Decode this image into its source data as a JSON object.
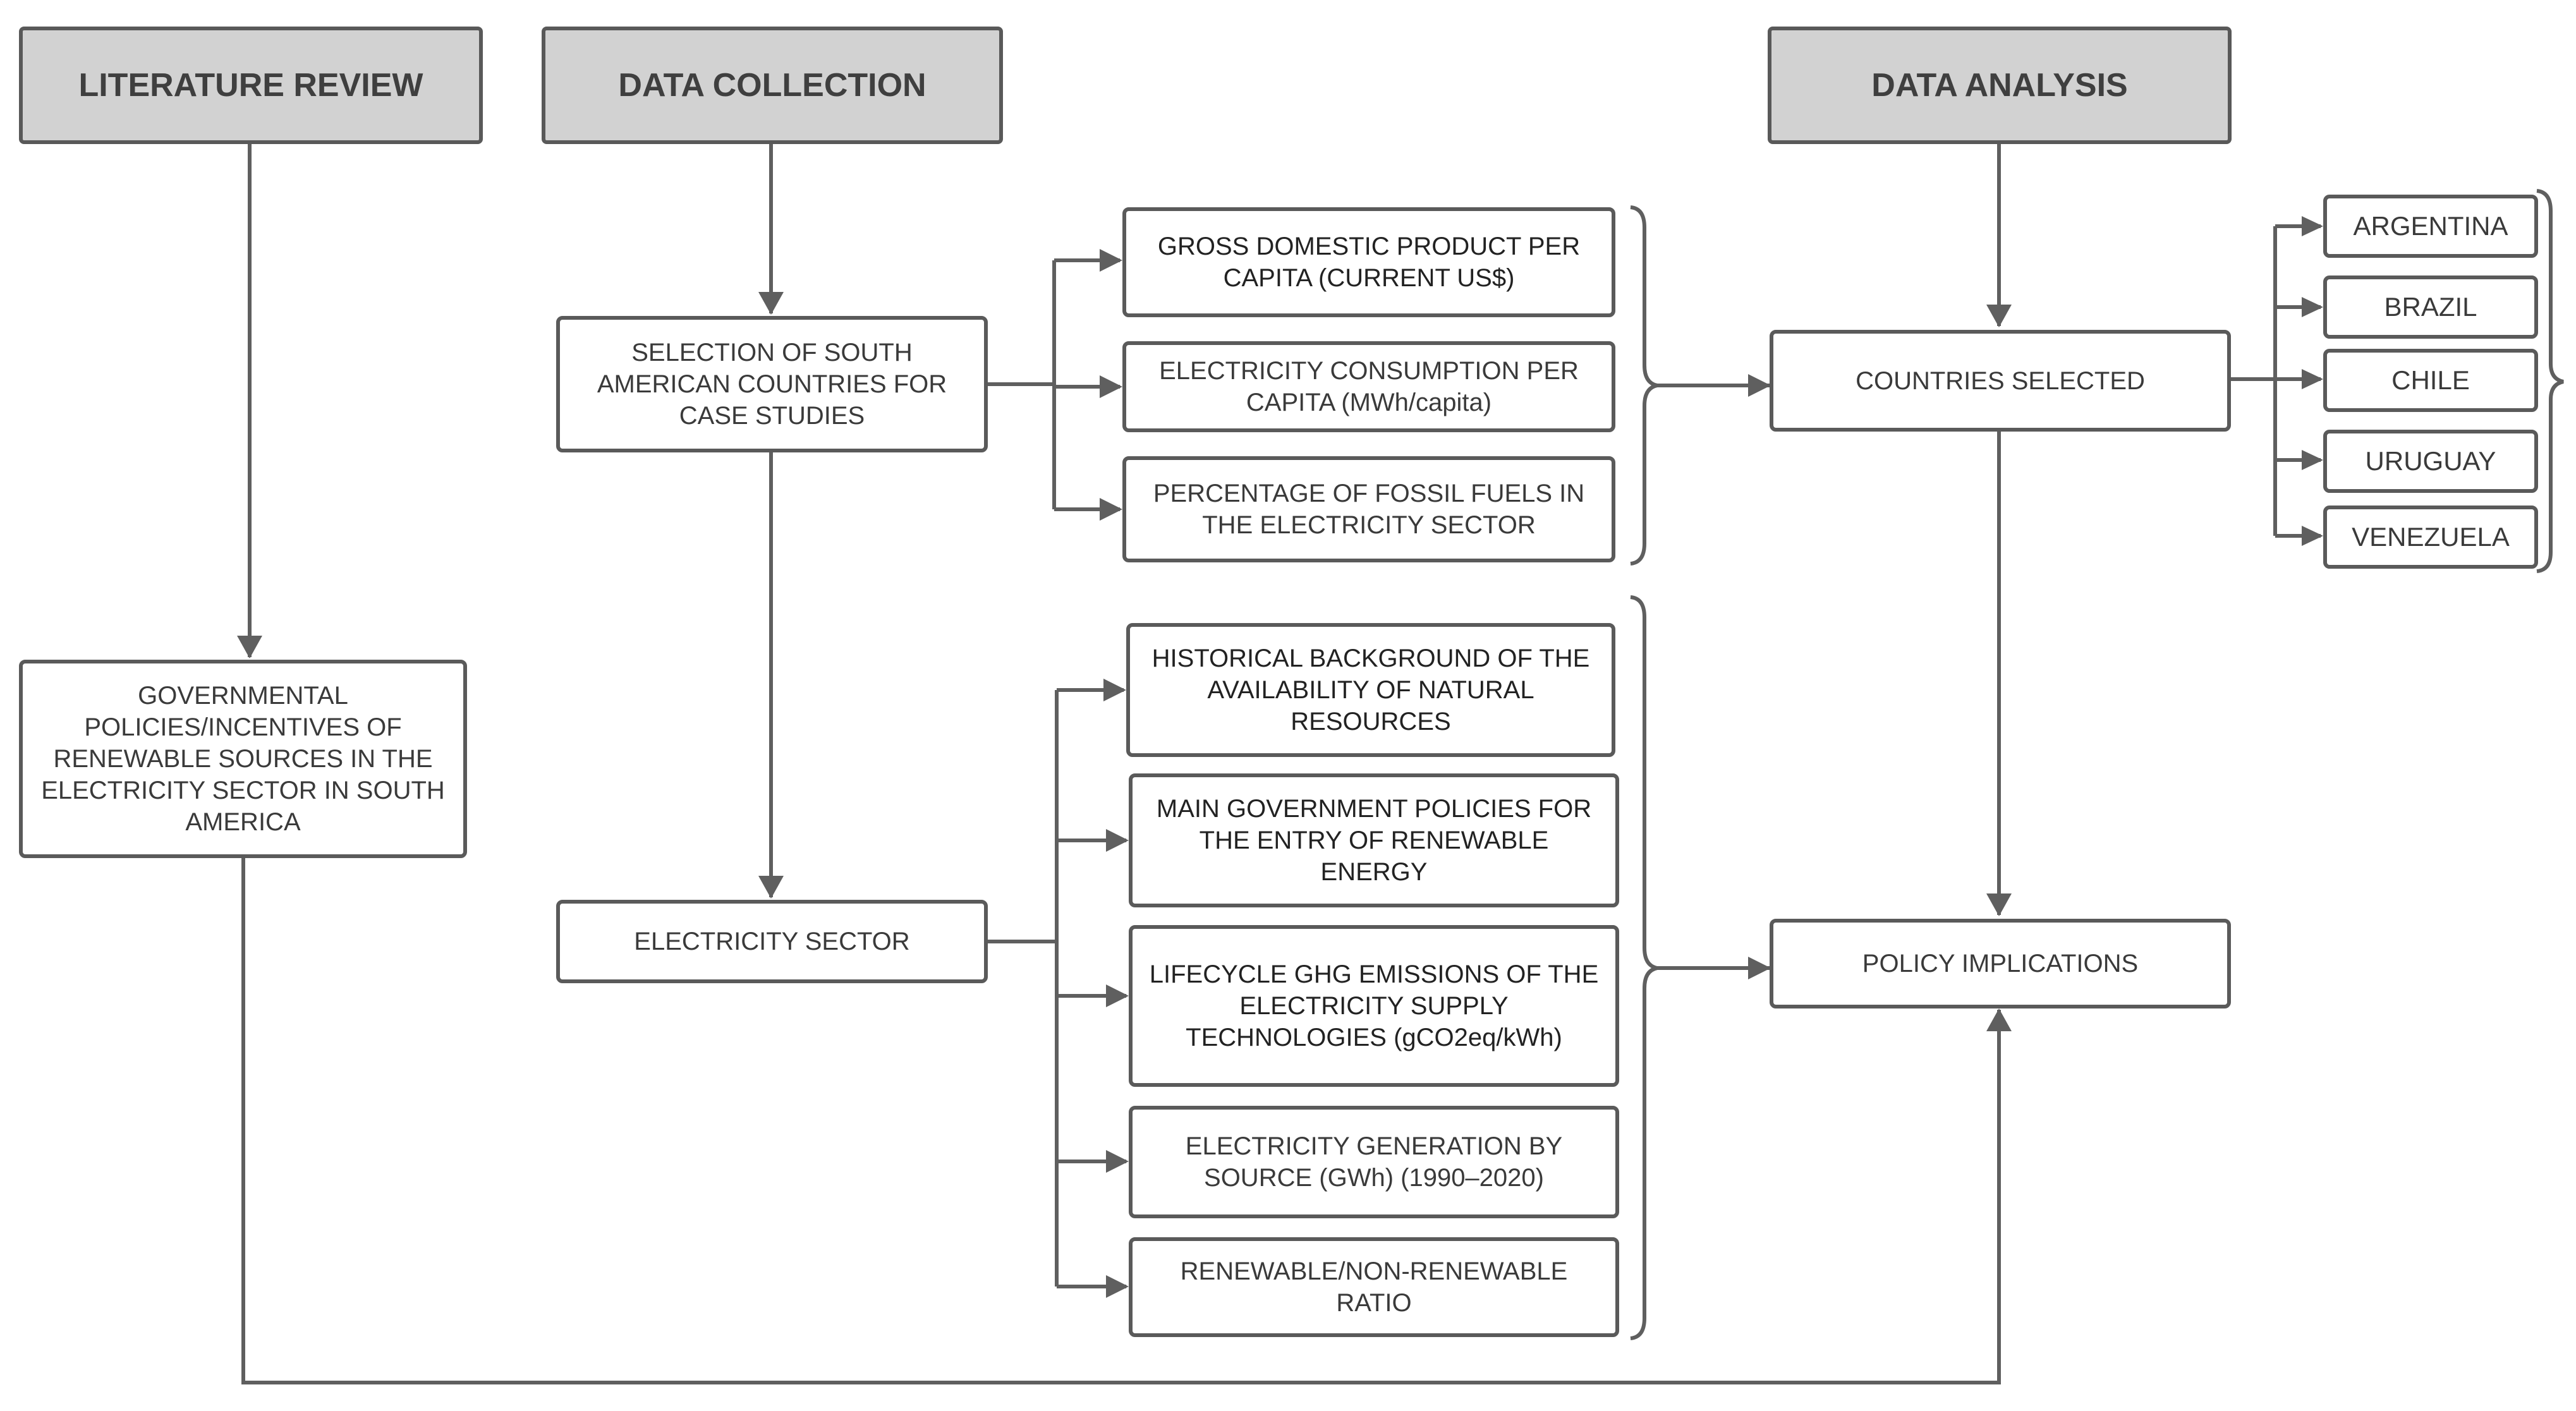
{
  "headers": {
    "literature_review": "LITERATURE REVIEW",
    "data_collection": "DATA COLLECTION",
    "data_analysis": "DATA ANALYSIS"
  },
  "nodes": {
    "selection": "SELECTION OF SOUTH AMERICAN COUNTRIES FOR CASE STUDIES",
    "government_policies": "GOVERNMENTAL POLICIES/INCENTIVES OF RENEWABLE SOURCES IN THE ELECTRICITY SECTOR IN SOUTH AMERICA",
    "electricity_sector": "ELECTRICITY SECTOR",
    "countries_selected": "COUNTRIES SELECTED",
    "policy_implications": "POLICY IMPLICATIONS"
  },
  "indicators": [
    "GROSS DOMESTIC PRODUCT PER CAPITA (CURRENT US$)",
    "ELECTRICITY CONSUMPTION PER CAPITA (MWh/capita)",
    "PERCENTAGE OF FOSSIL FUELS IN THE ELECTRICITY SECTOR"
  ],
  "sector_items": [
    "HISTORICAL BACKGROUND OF THE AVAILABILITY OF NATURAL RESOURCES",
    "MAIN GOVERNMENT POLICIES FOR THE ENTRY OF RENEWABLE ENERGY",
    "LIFECYCLE GHG EMISSIONS OF THE ELECTRICITY SUPPLY TECHNOLOGIES (gCO2eq/kWh)",
    "ELECTRICITY GENERATION BY SOURCE (GWh) (1990–2020)",
    "RENEWABLE/NON-RENEWABLE RATIO"
  ],
  "countries": [
    "ARGENTINA",
    "BRAZIL",
    "CHILE",
    "URUGUAY",
    "VENEZUELA"
  ],
  "colors": {
    "header_fill": "#d2d2d2",
    "border": "#5a5a5a",
    "line": "#5f5f5f",
    "text": "#3a3a3a"
  }
}
